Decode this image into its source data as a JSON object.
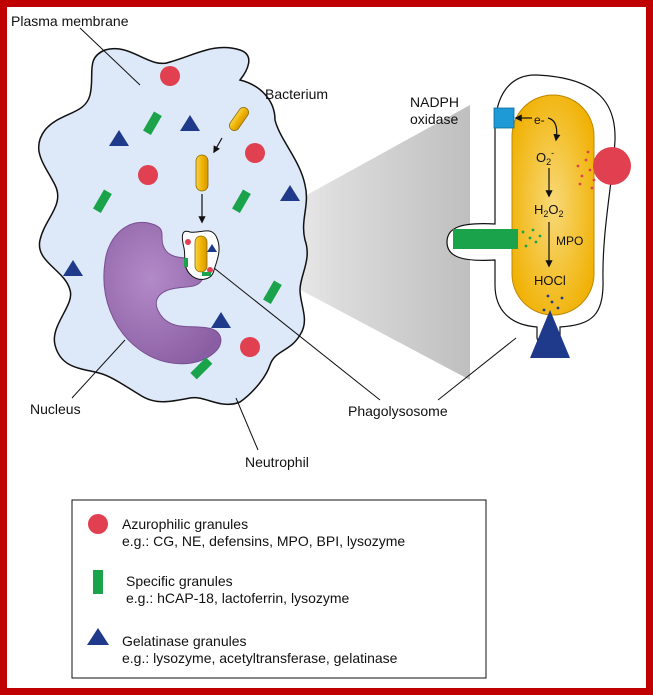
{
  "labels": {
    "plasma_membrane": "Plasma membrane",
    "bacterium": "Bacterium",
    "nadph_oxidase_line1": "NADPH",
    "nadph_oxidase_line2": "oxidase",
    "nucleus": "Nucleus",
    "phagolysosome": "Phagolysosome",
    "neutrophil": "Neutrophil"
  },
  "reaction": {
    "electron": "e-",
    "superoxide": "O",
    "superoxide_sub": "2",
    "superoxide_sup": "-",
    "h2o2_h": "H",
    "h2o2_sub1": "2",
    "h2o2_o": "O",
    "h2o2_sub2": "2",
    "enzyme": "MPO",
    "product": "HOCl"
  },
  "legend": [
    {
      "shape": "circle-icon",
      "color": "#e04050",
      "title": "Azurophilic granules",
      "detail": "e.g.: CG, NE, defensins, MPO, BPI, lysozyme"
    },
    {
      "shape": "rectangle-icon",
      "color": "#1aa34a",
      "title": "Specific granules",
      "detail": "e.g.: hCAP-18, lactoferrin, lysozyme"
    },
    {
      "shape": "triangle-icon",
      "color": "#1f3a8a",
      "title": "Gelatinase granules",
      "detail": "e.g.: lysozyme, acetyltransferase, gelatinase"
    }
  ],
  "colors": {
    "border": "#c00000",
    "cell_fill": "#dde8f8",
    "nucleus": "#9a6fb0",
    "bacterium": "#f0b400",
    "azurophilic": "#e04050",
    "specific": "#1aa34a",
    "gelatinase": "#1f3a8a",
    "nadph": "#1e9ad6"
  }
}
